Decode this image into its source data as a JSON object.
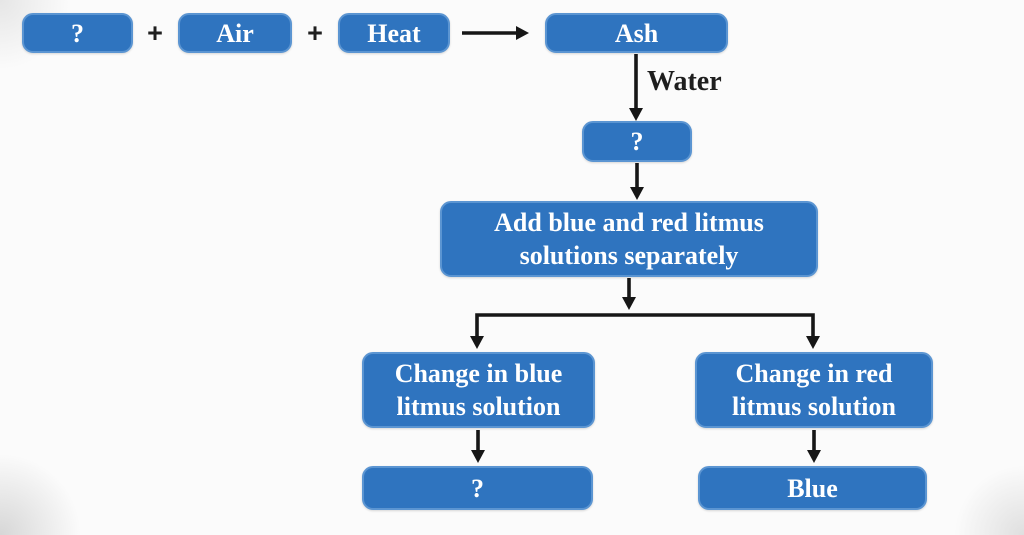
{
  "diagram_type": "flowchart",
  "colors": {
    "box_fill": "#2f74bf",
    "box_border": "#5b95d2",
    "box_text": "#ffffff",
    "arrow": "#161616",
    "edge_label_text": "#1e1e1e",
    "background": "#fbfbfb"
  },
  "nodes": {
    "unknown_reactant": {
      "label": "?"
    },
    "air": {
      "label": "Air"
    },
    "heat": {
      "label": "Heat"
    },
    "ash": {
      "label": "Ash"
    },
    "unknown_product": {
      "label": "?"
    },
    "add_litmus": {
      "line1": "Add blue and red litmus",
      "line2": "solutions separately"
    },
    "change_blue": {
      "line1": "Change in blue",
      "line2": "litmus solution"
    },
    "change_red": {
      "line1": "Change in red",
      "line2": "litmus solution"
    },
    "unknown_result": {
      "label": "?"
    },
    "blue_result": {
      "label": "Blue"
    }
  },
  "operators": {
    "plus_1": "+",
    "plus_2": "+"
  },
  "edge_labels": {
    "water": "Water"
  }
}
